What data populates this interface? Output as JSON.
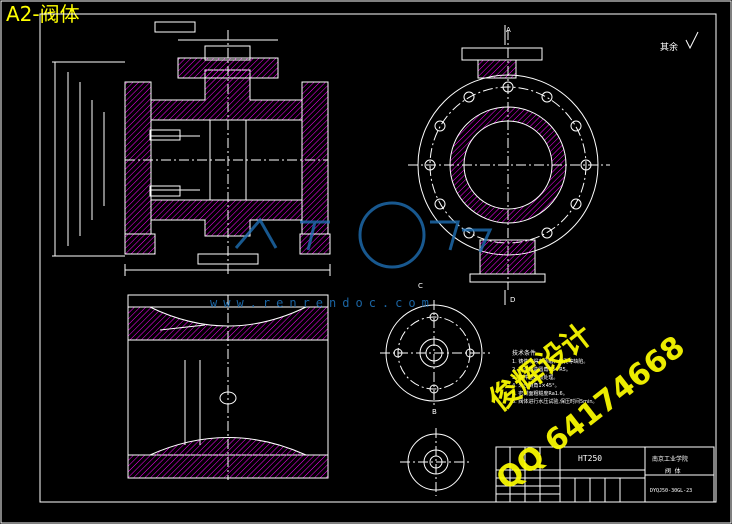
{
  "drawing": {
    "title": "A2-阀体",
    "surface_finish_note": "其余",
    "material": "HT250",
    "company": "南京工业学院",
    "part_name": "阀 体",
    "drawing_number": "DYQJ50-30GL-23",
    "watermark_site": "www.renrendoc.com",
    "watermark_design": "俊辉设计",
    "watermark_qq": "QQ 64174668",
    "tech_notes_heading": "技术条件",
    "tech_notes": [
      "1. 铸件不得有砂眼、缩孔等缺陷。",
      "2. 未注铸造圆角R3~R5。",
      "3. 铸件应时效处理。",
      "4. 未注倒角1×45°。",
      "5. 密封面粗糙度Ra1.6。",
      "6. 阀体进行水压试验,保压时间5min。"
    ],
    "section_labels": [
      "A",
      "B",
      "C",
      "D"
    ]
  },
  "colors": {
    "background": "#000000",
    "line": "#ffffff",
    "accent": "#ffff00",
    "hatch": "#ff00ff",
    "dim": "#ffffff",
    "watermark_blue": "#1e6fb3"
  }
}
